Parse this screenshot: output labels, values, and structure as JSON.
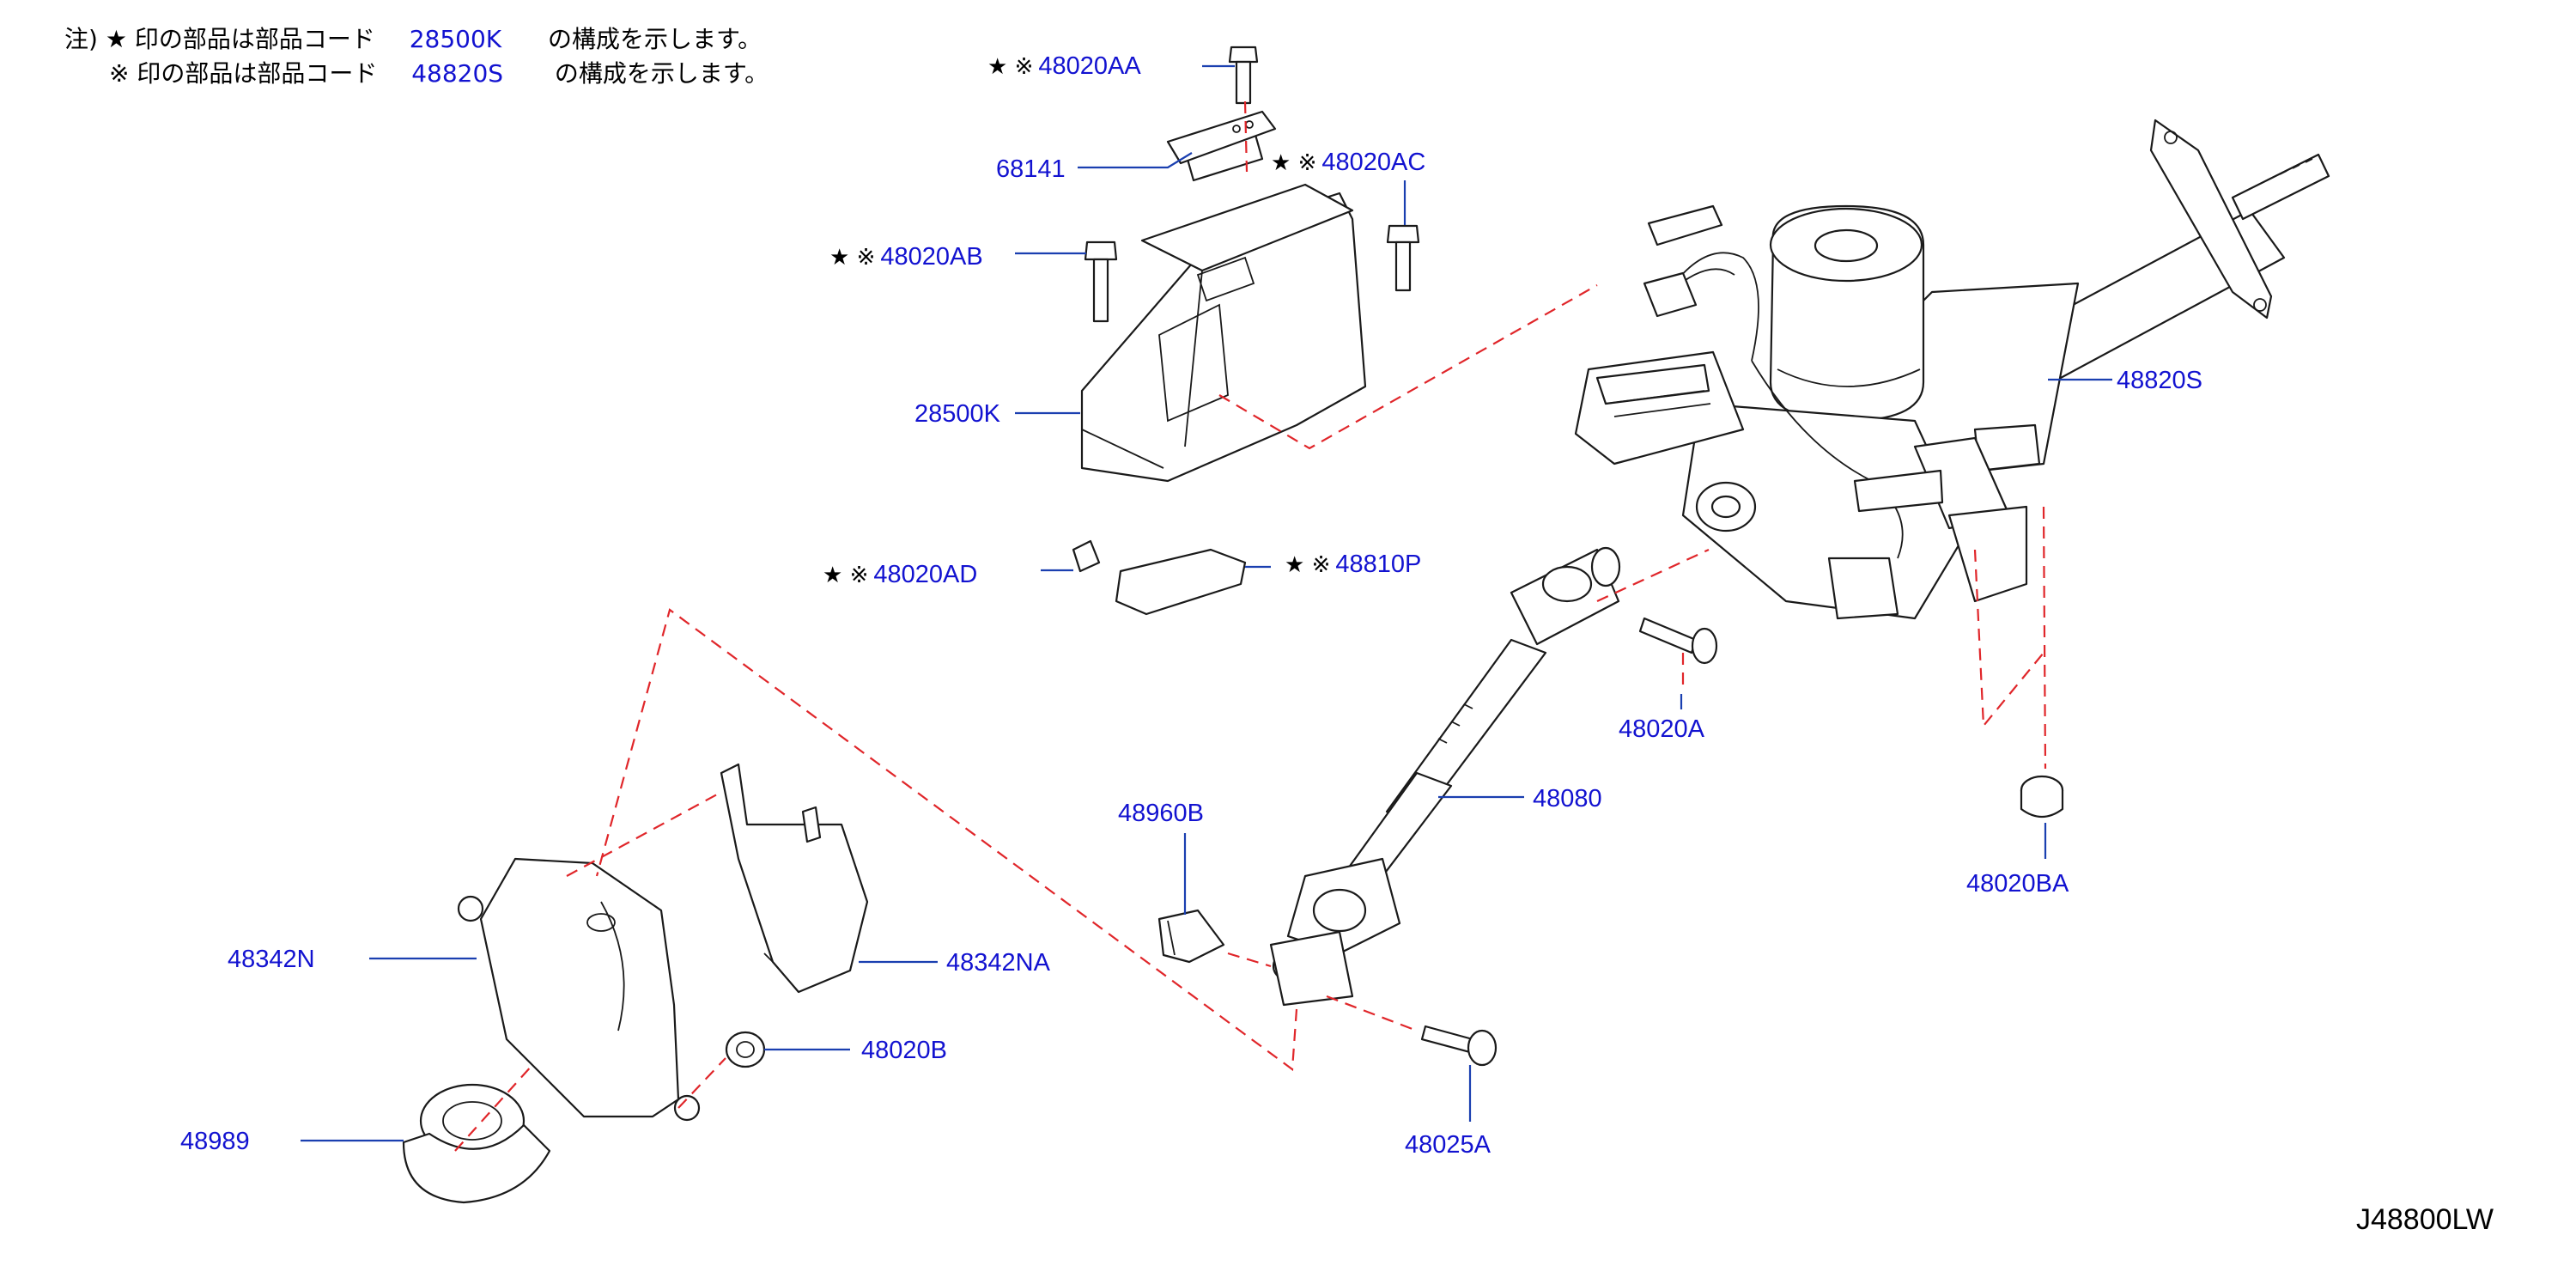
{
  "notes": {
    "prefix": "注)",
    "line1": {
      "mark": "★",
      "before": "印の部品は部品コード",
      "code": "28500K",
      "after": "の構成を示します。"
    },
    "line2": {
      "mark": "※",
      "before": "印の部品は部品コード",
      "code": "48820S",
      "after": "の構成を示します。"
    }
  },
  "callouts": {
    "p48020AA": {
      "code": "48020AA",
      "marks": "★ ※"
    },
    "p68141": {
      "code": "68141",
      "marks": ""
    },
    "p48020AC": {
      "code": "48020AC",
      "marks": "★ ※"
    },
    "p48020AB": {
      "code": "48020AB",
      "marks": "★ ※"
    },
    "p28500K": {
      "code": "28500K",
      "marks": ""
    },
    "p48820S": {
      "code": "48820S",
      "marks": ""
    },
    "p48020AD": {
      "code": "48020AD",
      "marks": "★ ※"
    },
    "p48810P": {
      "code": "48810P",
      "marks": "★ ※"
    },
    "p48020A": {
      "code": "48020A",
      "marks": ""
    },
    "p48020BA": {
      "code": "48020BA",
      "marks": ""
    },
    "p48960B": {
      "code": "48960B",
      "marks": ""
    },
    "p48080": {
      "code": "48080",
      "marks": ""
    },
    "p48342N": {
      "code": "48342N",
      "marks": ""
    },
    "p48342NA": {
      "code": "48342NA",
      "marks": ""
    },
    "p48020B": {
      "code": "48020B",
      "marks": ""
    },
    "p48989": {
      "code": "48989",
      "marks": ""
    },
    "p48025A": {
      "code": "48025A",
      "marks": ""
    }
  },
  "diagram_id": "J48800LW"
}
